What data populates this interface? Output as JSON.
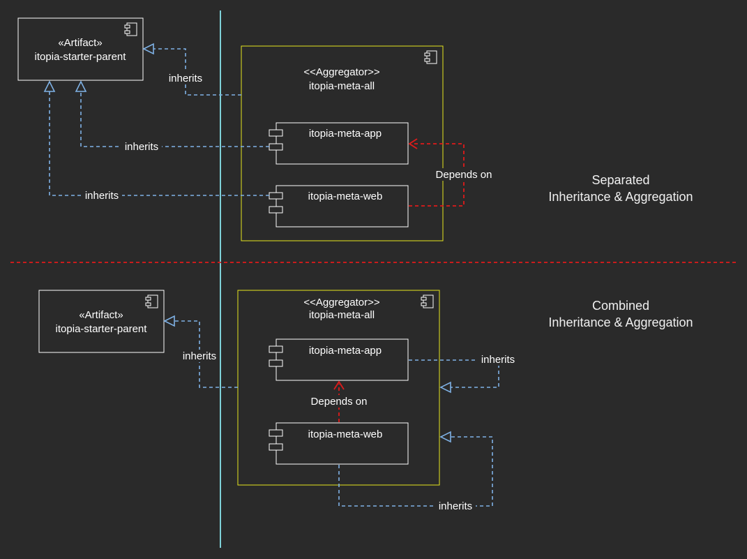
{
  "colors": {
    "background": "#2a2a2a",
    "inherits_edge": "#7fb2e6",
    "depends_edge": "#e01b1b",
    "aggregator_border": "#e5e51e",
    "component_border": "#ffffff",
    "divider": "#7fd0d8"
  },
  "top": {
    "parent": {
      "stereotype": "«Artifact»",
      "name": "itopia-starter-parent",
      "icon": "component-icon"
    },
    "aggregator": {
      "stereotype": "<<Aggregator>>",
      "name": "itopia-meta-all",
      "icon": "component-icon"
    },
    "app": {
      "name": "itopia-meta-app"
    },
    "web": {
      "name": "itopia-meta-web"
    },
    "edges": {
      "inherits_aggregator": "inherits",
      "inherits_app": "inherits",
      "inherits_web": "inherits",
      "depends": "Depends on"
    },
    "caption": {
      "line1": "Separated",
      "line2": "Inheritance & Aggregation"
    }
  },
  "bottom": {
    "parent": {
      "stereotype": "«Artifact»",
      "name": "itopia-starter-parent",
      "icon": "component-icon"
    },
    "aggregator": {
      "stereotype": "<<Aggregator>>",
      "name": "itopia-meta-all",
      "icon": "component-icon"
    },
    "app": {
      "name": "itopia-meta-app"
    },
    "web": {
      "name": "itopia-meta-web"
    },
    "edges": {
      "inherits_aggregator": "inherits",
      "inherits_app": "inherits",
      "inherits_web": "inherits",
      "depends": "Depends on"
    },
    "caption": {
      "line1": "Combined",
      "line2": "Inheritance & Aggregation"
    }
  }
}
